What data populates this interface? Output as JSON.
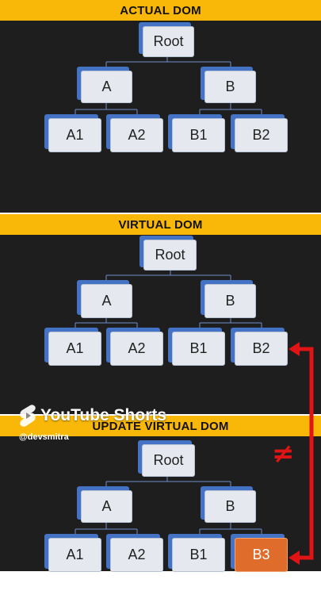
{
  "sections": {
    "actual": {
      "title": "ACTUAL DOM"
    },
    "virtual": {
      "title": "VIRTUAL DOM"
    },
    "update": {
      "title": "UPDATE VIRTUAL DOM"
    }
  },
  "nodes": {
    "root": "Root",
    "a": "A",
    "b": "B",
    "a1": "A1",
    "a2": "A2",
    "b1": "B1",
    "b2": "B2",
    "b3": "B3"
  },
  "diff_symbol": "≠",
  "overlay": {
    "brand": "YouTube Shorts",
    "handle": "@devsmitra"
  },
  "colors": {
    "header_bg": "#f9b808",
    "panel_bg": "#1e1e1e",
    "node_shadow": "#4472c4",
    "node_face": "#e5e8ee",
    "changed_node": "#e06c2c",
    "arrow": "#e01414"
  }
}
